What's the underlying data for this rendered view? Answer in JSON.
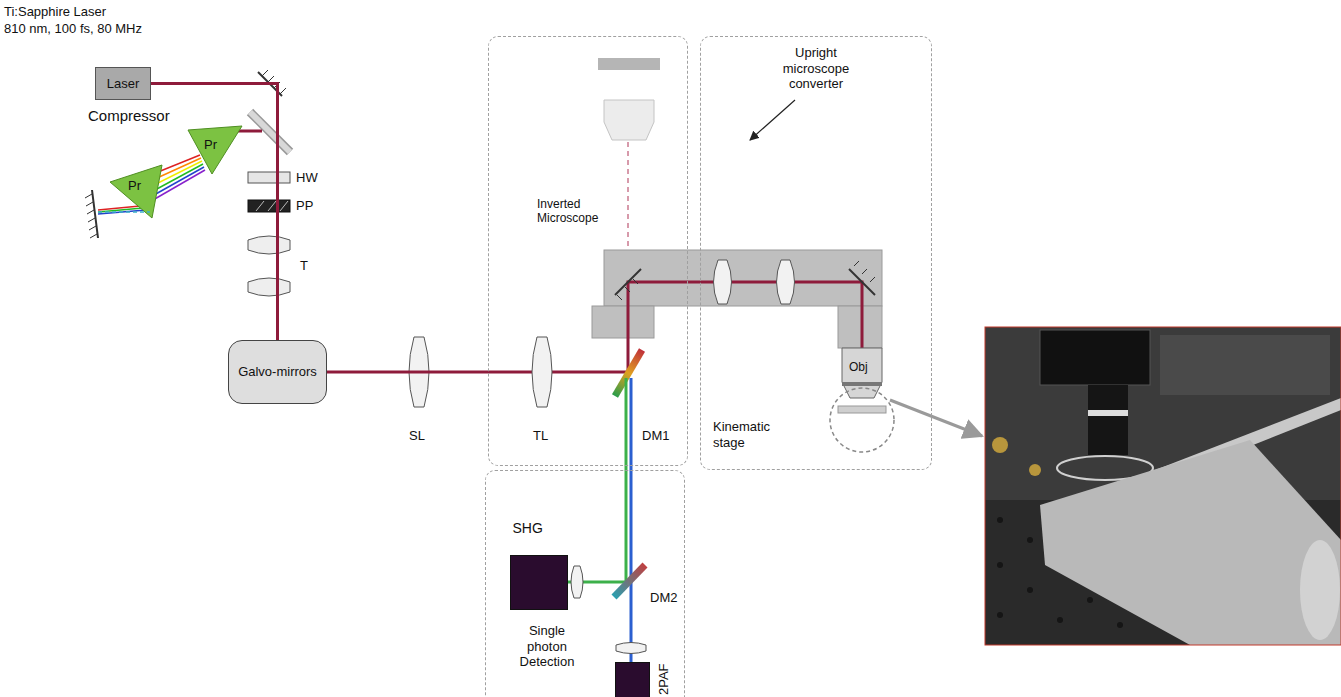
{
  "diagram": {
    "nodes": [
      {
        "text": [
          "Laser"
        ]
      },
      {
        "text": [
          "Galvo-mirrors"
        ]
      },
      {
        "text": [
          "Inverted Microscope"
        ]
      },
      {
        "text": [
          "Upright microscope converter",
          "Kinematic stage"
        ]
      },
      {
        "text": [
          "Single photon Detection"
        ]
      },
      {
        "text": [
          "SHG"
        ],
        "in": 4
      },
      {
        "text": [
          "2PAF"
        ],
        "in": 4
      }
    ],
    "edges": [
      {
        "from": 0,
        "to": 1,
        "arrow": "none"
      },
      {
        "from": 1,
        "to": 2,
        "arrow": "none"
      }
    ],
    "labels": [
      "Ti:Sapphire Laser",
      "810 nm, 100 fs, 80 MHz",
      "Compressor",
      "Pr",
      "Pr",
      "HW",
      "PP",
      "T",
      "SL",
      "TL",
      "DM1",
      "Obj",
      "DM2"
    ]
  }
}
